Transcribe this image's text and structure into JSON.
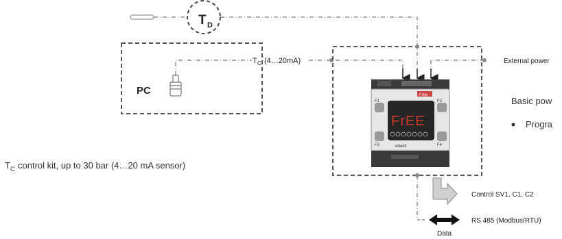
{
  "sensor_td": {
    "label": "T",
    "subscript": "D"
  },
  "pc_box": {
    "label": "PC"
  },
  "tc_signal": {
    "label": "T",
    "subscript": "C",
    "range": "(4…20mA)"
  },
  "kit_caption": {
    "prefix": "T",
    "subscript": "C",
    "text": "control kit, up to 30 bar (4…20 mA sensor)"
  },
  "external_power": {
    "label": "External power"
  },
  "basic_power": {
    "label": "Basic pow"
  },
  "bullet_item": {
    "label": "Progra"
  },
  "controller": {
    "display": "FrEE",
    "brand": "eliwell",
    "logo": "Free",
    "keys": [
      "F1",
      "F2",
      "F3",
      "F4"
    ]
  },
  "control_output": {
    "label": "Control SV1, C1, C2"
  },
  "rs485": {
    "label": "RS 485 (Modbus/RTU)"
  },
  "data_label": {
    "label": "Data"
  },
  "colors": {
    "line": "#555555",
    "dash_box": "#555555",
    "arrow_gray": "#c8c8c8",
    "device_dark": "#2b2b2b",
    "display_red": "#d23a2a"
  }
}
